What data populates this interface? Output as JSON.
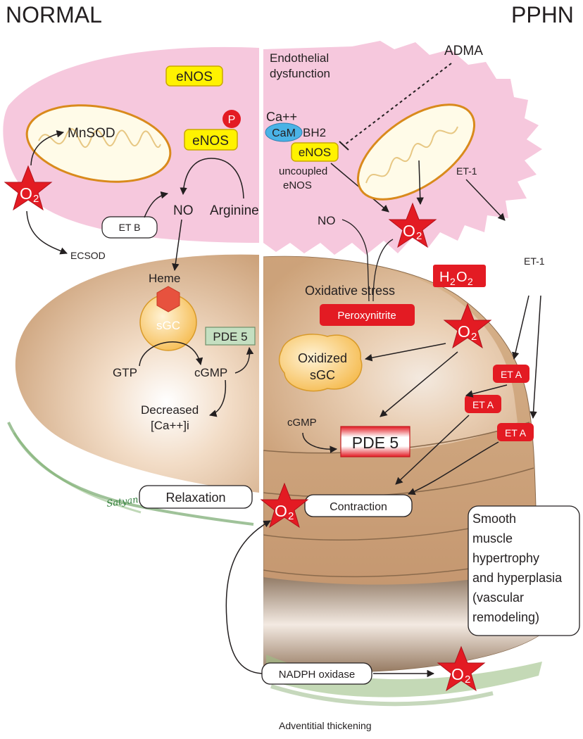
{
  "headers": {
    "left": "NORMAL",
    "right": "PPHN"
  },
  "normal": {
    "enos_top": "eNOS",
    "enos_phos": "eNOS",
    "phosphate": "P",
    "mnsod": "MnSOD",
    "o2_main": "O",
    "o2_sub": "2",
    "etb": "ET B",
    "no": "NO",
    "arginine": "Arginine",
    "ecsod": "ECSOD",
    "heme": "Heme",
    "sgc": "sGC",
    "pde5": "PDE 5",
    "gtp": "GTP",
    "cgmp": "cGMP",
    "decreased_line1": "Decreased",
    "decreased_line2": "[Ca++]i",
    "relaxation": "Relaxation",
    "signature": "Satyan"
  },
  "pphn": {
    "endothelial_line1": "Endothelial",
    "endothelial_line2": "dysfunction",
    "adma": "ADMA",
    "ca": "Ca++",
    "cam": "CaM",
    "bh2": "BH2",
    "enos": "eNOS",
    "uncoupled_line1": "uncoupled",
    "uncoupled_line2": "eNOS",
    "et1_inner": "ET-1",
    "et1_outer": "ET-1",
    "no": "NO",
    "h2o2_h": "H",
    "h2o2_2a": "2",
    "h2o2_o": "O",
    "h2o2_2b": "2",
    "oxidative_stress": "Oxidative stress",
    "peroxynitrite": "Peroxynitrite",
    "oxidized_line1": "Oxidized",
    "oxidized_line2": "sGC",
    "eta": "ET A",
    "cgmp": "cGMP",
    "pde5": "PDE 5",
    "contraction": "Contraction",
    "remodeling_lines": [
      "Smooth",
      "muscle",
      "hypertrophy",
      "and hyperplasia",
      "(vascular",
      "remodeling)"
    ],
    "nadph": "NADPH oxidase",
    "adventitial": "Adventitial thickening"
  },
  "colors": {
    "endothelium_pink": "#f6c8dd",
    "enos_yellow": "#fff200",
    "o2_red": "#e31b23",
    "mito_orange": "#d98a1c",
    "cam_blue": "#4ab3e6",
    "pde5_green": "#c4dfc1",
    "smooth_muscle_tan": "#d9b48e"
  }
}
